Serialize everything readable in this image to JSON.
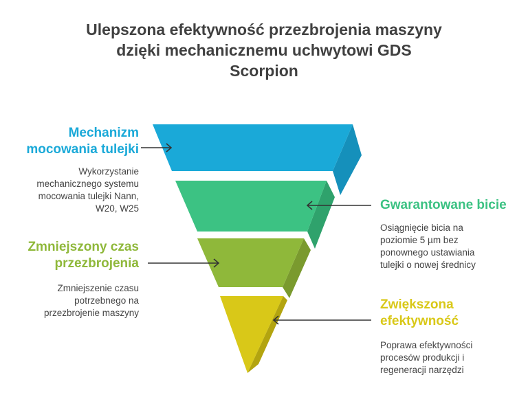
{
  "title": {
    "line1": "Ulepszona efektywność przezbrojenia maszyny",
    "line2": "dzięki mechanicznemu uchwytowi GDS",
    "line3": "Scorpion"
  },
  "stages": [
    {
      "heading_lines": [
        "Mechanizm",
        "mocowania tulejki"
      ],
      "desc_lines": [
        "Wykorzystanie",
        "mechanicznego systemu",
        "mocowania tulejki Nann,",
        "W20, W25"
      ],
      "color": "#1aa9d8"
    },
    {
      "heading_lines": [
        "Gwarantowane bicie"
      ],
      "desc_lines": [
        "Osiągnięcie bicia na",
        "poziomie 5 µm bez",
        "ponownego ustawiania",
        "tulejki o nowej średnicy"
      ],
      "color": "#3cc283"
    },
    {
      "heading_lines": [
        "Zmniejszony czas",
        "przezbrojenia"
      ],
      "desc_lines": [
        "Zmniejszenie czasu",
        "potrzebnego na",
        "przezbrojenie maszyny"
      ],
      "color": "#8fb83a"
    },
    {
      "heading_lines": [
        "Zwiększona",
        "efektywność"
      ],
      "desc_lines": [
        "Poprawa efektywności",
        "procesów produkcji i",
        "regeneracji narzędzi"
      ],
      "color": "#d9c818"
    }
  ]
}
